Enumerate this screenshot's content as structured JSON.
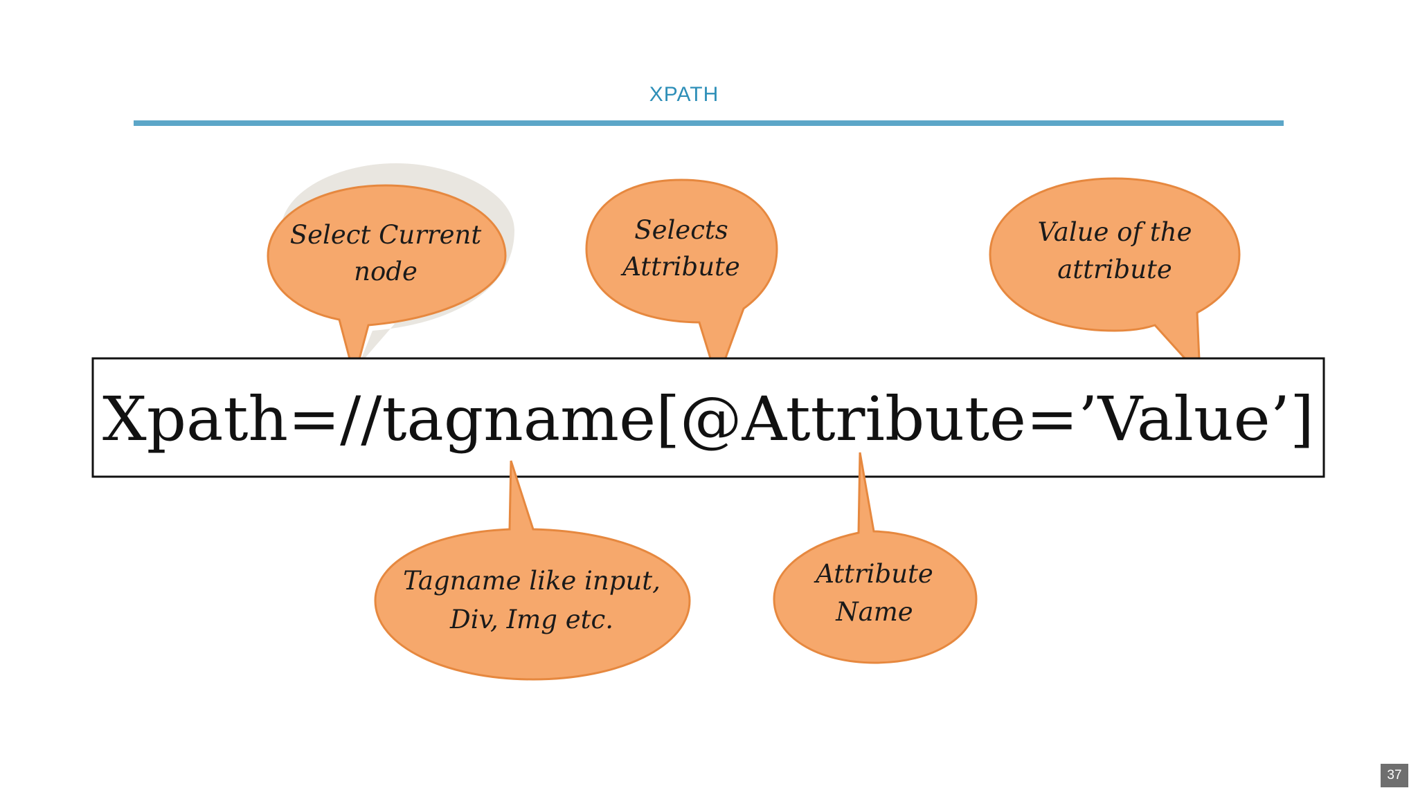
{
  "slide": {
    "title": "XPATH",
    "page_number": "37"
  },
  "colors": {
    "title": "#2e8fb8",
    "rule": "#5ca6c8",
    "bubble_fill": "#f6a86c",
    "bubble_stroke": "#e6883f",
    "page_badge": "#6f6f6f"
  },
  "diagram": {
    "expression": "Xpath=//tagname[@Attribute=’Value’]",
    "callouts": {
      "current_node": [
        "Select Current",
        "node"
      ],
      "attribute": [
        "Selects",
        "Attribute"
      ],
      "value": [
        "Value of the",
        "attribute"
      ],
      "tagname": [
        "Tagname like input,",
        "Div, Img etc."
      ],
      "attribute_name": [
        "Attribute",
        "Name"
      ]
    }
  }
}
